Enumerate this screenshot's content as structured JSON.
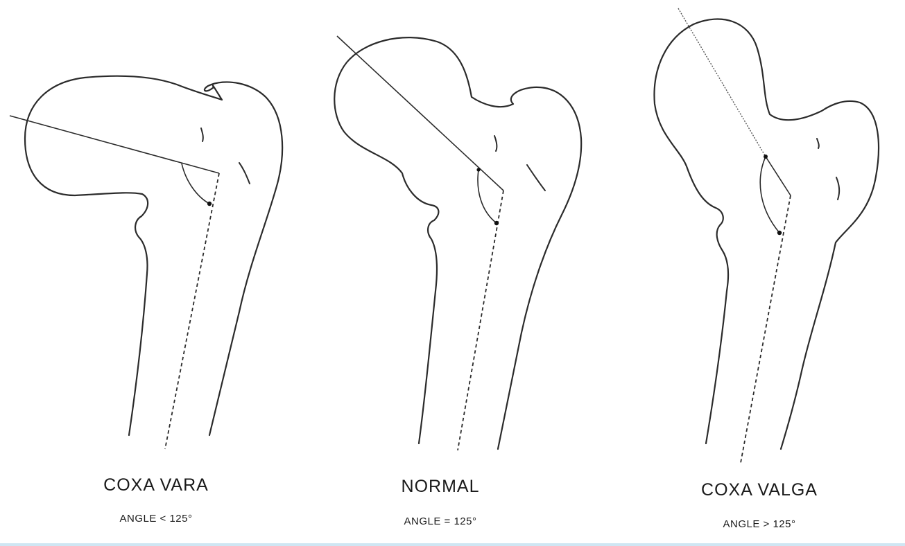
{
  "figures": [
    {
      "title": "COXA VARA",
      "subtitle": "ANGLE < 125°"
    },
    {
      "title": "NORMAL",
      "subtitle": "ANGLE = 125°"
    },
    {
      "title": "COXA VALGA",
      "subtitle": "ANGLE > 125°"
    }
  ],
  "colors": {
    "line": "#2b2b2b",
    "background": "#ffffff",
    "bottom_bar": "#cfe6f3"
  }
}
